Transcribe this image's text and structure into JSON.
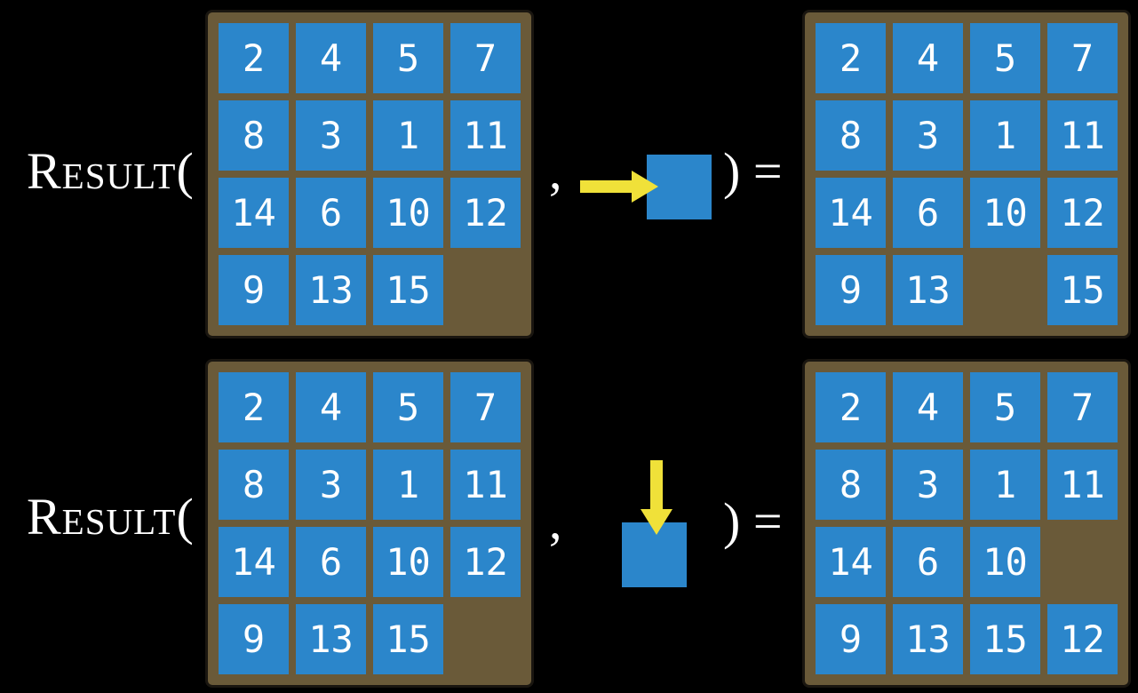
{
  "colors": {
    "background": "#000000",
    "tile_blue": "#2B86CB",
    "board_frame_brown": "#6A5A39",
    "arrow_yellow": "#F0E139",
    "text_white": "#FFFFFF"
  },
  "examples": [
    {
      "function_label": "Result(",
      "comma": ",",
      "close_label": ") =",
      "action": "move-right",
      "input_state": [
        [
          "2",
          "4",
          "5",
          "7"
        ],
        [
          "8",
          "3",
          "1",
          "11"
        ],
        [
          "14",
          "6",
          "10",
          "12"
        ],
        [
          "9",
          "13",
          "15",
          ""
        ]
      ],
      "output_state": [
        [
          "2",
          "4",
          "5",
          "7"
        ],
        [
          "8",
          "3",
          "1",
          "11"
        ],
        [
          "14",
          "6",
          "10",
          "12"
        ],
        [
          "9",
          "13",
          "",
          "15"
        ]
      ]
    },
    {
      "function_label": "Result(",
      "comma": ",",
      "close_label": ") =",
      "action": "move-down",
      "input_state": [
        [
          "2",
          "4",
          "5",
          "7"
        ],
        [
          "8",
          "3",
          "1",
          "11"
        ],
        [
          "14",
          "6",
          "10",
          "12"
        ],
        [
          "9",
          "13",
          "15",
          ""
        ]
      ],
      "output_state": [
        [
          "2",
          "4",
          "5",
          "7"
        ],
        [
          "8",
          "3",
          "1",
          "11"
        ],
        [
          "14",
          "6",
          "10",
          ""
        ],
        [
          "9",
          "13",
          "15",
          "12"
        ]
      ]
    }
  ]
}
